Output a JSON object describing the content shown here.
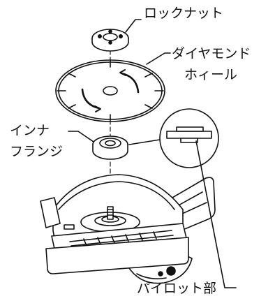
{
  "labels": {
    "lock_nut": "ロックナット",
    "diamond_wheel_line1": "ダイヤモンド",
    "diamond_wheel_line2": "ホィール",
    "inner_flange_line1": "インナ",
    "inner_flange_line2": "フランジ",
    "pilot_part": "パイロット部"
  },
  "colors": {
    "line": "#111111",
    "fill": "#ffffff"
  }
}
